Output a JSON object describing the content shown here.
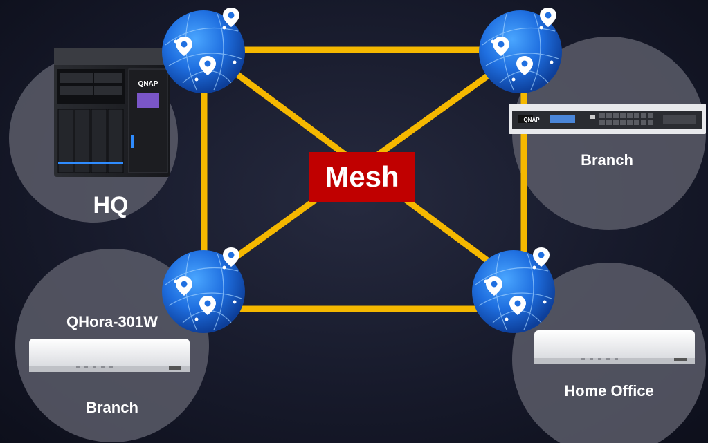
{
  "center_label": "Mesh",
  "sites": {
    "hq": {
      "label": "HQ"
    },
    "branch_top_right": {
      "label": "Branch"
    },
    "branch_bottom_left": {
      "label": "Branch",
      "device_label": "QHora-301W"
    },
    "home_office": {
      "label": "Home Office"
    }
  },
  "devices": {
    "hq_nas_brand": "QNAP",
    "switch_brand": "QNAP"
  },
  "colors": {
    "link": "#f5b800",
    "mesh_badge": "#c00000",
    "globe": "#1a64d8",
    "site_circle": "#5a5c68"
  }
}
